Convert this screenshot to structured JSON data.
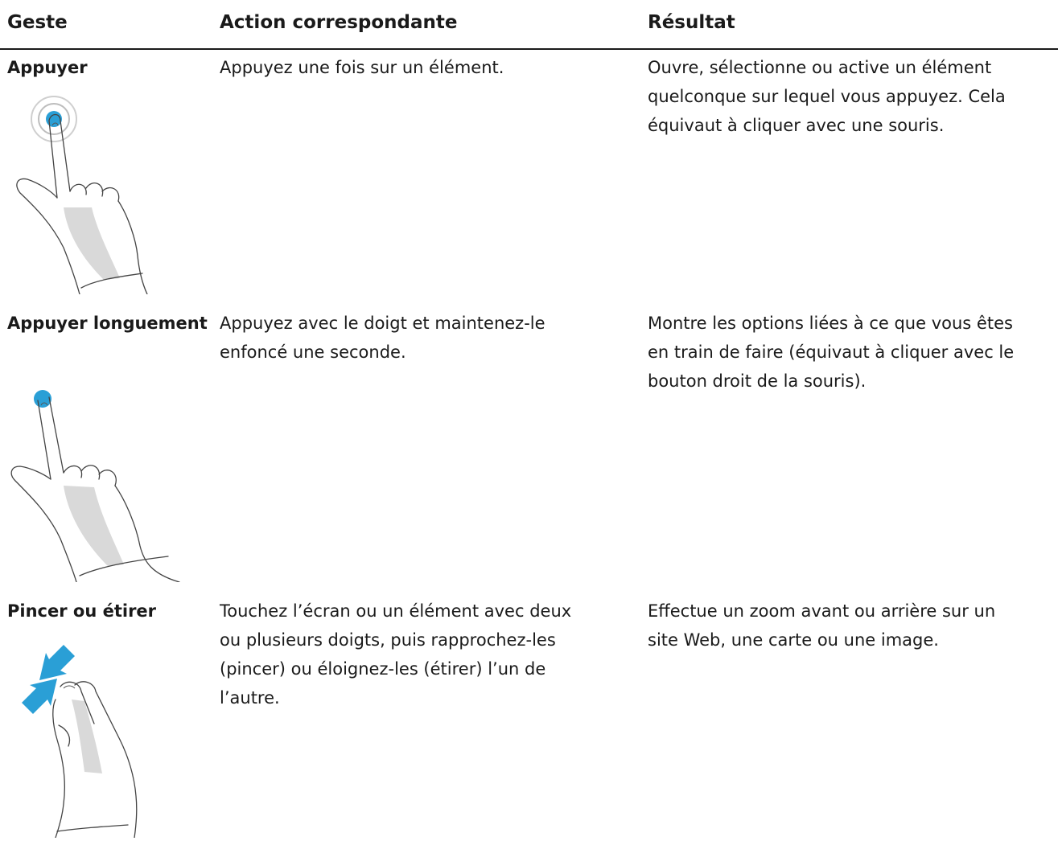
{
  "table": {
    "headers": {
      "gesture": "Geste",
      "action": "Action correspondante",
      "result": "Résultat"
    },
    "rows": [
      {
        "gesture": "Appuyer",
        "action": "Appuyez une fois sur un élément.",
        "result": "Ouvre, sélectionne ou active un élément\nquelconque sur lequel vous appuyez. Cela\néquivaut à cliquer avec une souris.",
        "icon": "tap-hand-icon"
      },
      {
        "gesture": "Appuyer\nlonguement",
        "action": "Appuyez avec le doigt et maintenez-le\nenfoncé une seconde.",
        "result": "Montre les options liées à ce que vous êtes\nen train de faire (équivaut à cliquer avec le\nbouton droit de la souris).",
        "icon": "press-and-hold-hand-icon"
      },
      {
        "gesture": "Pincer ou étirer",
        "action": "Touchez l’écran ou un élément avec deux\nou plusieurs doigts, puis rapprochez-les\n(pincer) ou éloignez-les (étirer) l’un de\nl’autre.",
        "result": "Effectue un zoom avant ou arrière sur un\nsite Web, une carte ou une image.",
        "icon": "pinch-stretch-hand-icon"
      }
    ]
  },
  "colors": {
    "accent": "#2a9fd6",
    "text": "#1a1a1a",
    "rule": "#1a1a1a"
  }
}
